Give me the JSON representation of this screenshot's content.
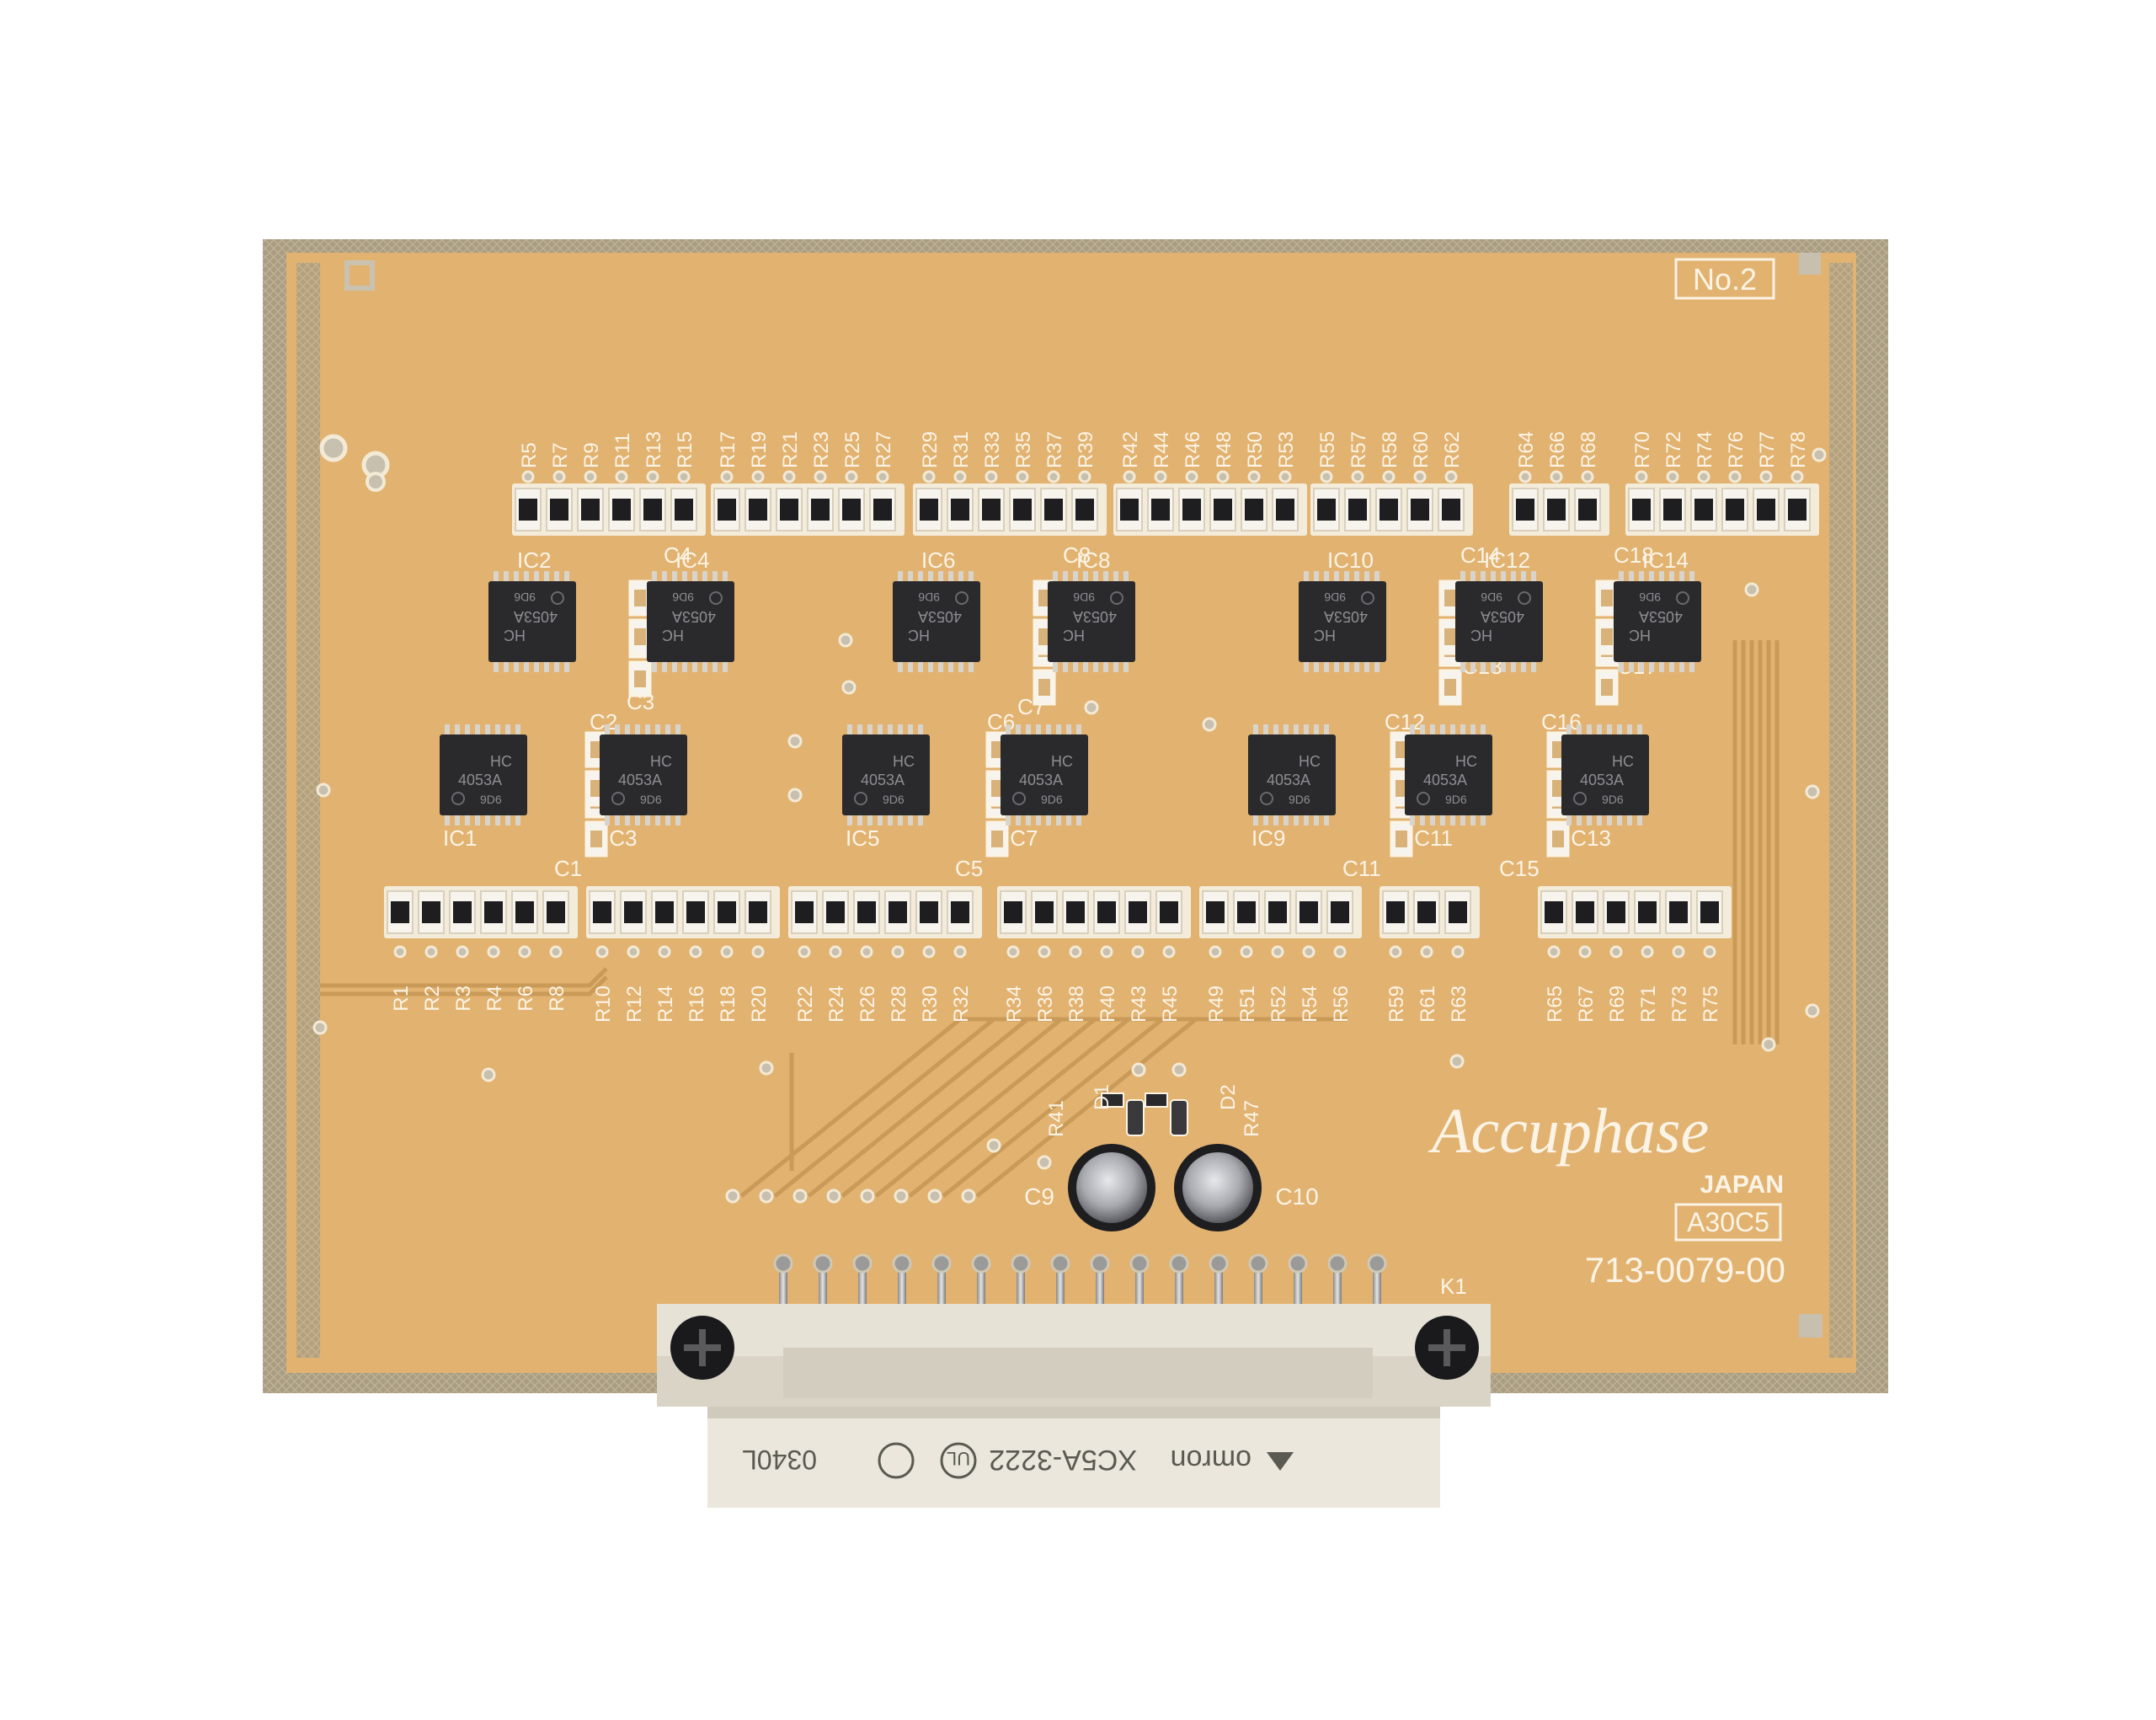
{
  "board": {
    "board_number": "No.2",
    "brand": "Accuphase",
    "country": "JAPAN",
    "model_code": "A30C5",
    "part_number": "713-0079-00",
    "connector_ref": "K1",
    "colors": {
      "substrate": "#e2b270",
      "border": "#a89a7e",
      "silkscreen": "#fbf4e6",
      "chip": "#2a2a2c",
      "connector": "#e8e4d8"
    }
  },
  "connector_labels": {
    "date_code": "0340L",
    "maker": "omron",
    "model": "XC5A-3222"
  },
  "chip_marking": {
    "line1": "HC",
    "line2": "4053A",
    "line3": "9D6"
  },
  "ic_labels": [
    "IC1",
    "IC2",
    "IC3",
    "IC4",
    "IC5",
    "IC6",
    "IC7",
    "IC8",
    "IC9",
    "IC10",
    "IC11",
    "IC12",
    "IC13",
    "IC14"
  ],
  "cap_labels": [
    "C1",
    "C2",
    "C3",
    "C4",
    "C5",
    "C6",
    "C7",
    "C8",
    "C9",
    "C10",
    "C11",
    "C12",
    "C13",
    "C14",
    "C15",
    "C16",
    "C17",
    "C18"
  ],
  "diode_labels": [
    "D1",
    "D2"
  ],
  "top_resistor_groups": [
    [
      "R5",
      "R7",
      "R9",
      "R11",
      "R13",
      "R15"
    ],
    [
      "R17",
      "R19",
      "R21",
      "R23",
      "R25",
      "R27"
    ],
    [
      "R29",
      "R31",
      "R33",
      "R35",
      "R37",
      "R39"
    ],
    [
      "R42",
      "R44",
      "R46",
      "R48",
      "R50",
      "R53"
    ],
    [
      "R55",
      "R57",
      "R58",
      "R60",
      "R62"
    ],
    [
      "R64",
      "R66",
      "R68"
    ],
    [
      "R70",
      "R72",
      "R74",
      "R76",
      "R77",
      "R78"
    ]
  ],
  "bottom_resistor_groups": [
    [
      "R1",
      "R2",
      "R3",
      "R4",
      "R6",
      "R8"
    ],
    [
      "R10",
      "R12",
      "R14",
      "R16",
      "R18",
      "R20"
    ],
    [
      "R22",
      "R24",
      "R26",
      "R28",
      "R30",
      "R32"
    ],
    [
      "R34",
      "R36",
      "R38",
      "R40",
      "R43",
      "R45"
    ],
    [
      "R49",
      "R51",
      "R52",
      "R54",
      "R56"
    ],
    [
      "R59",
      "R61",
      "R63"
    ],
    [
      "R65",
      "R67",
      "R69",
      "R71",
      "R73",
      "R75"
    ]
  ],
  "middle_labels": {
    "r41": "R41",
    "r47": "R47"
  }
}
